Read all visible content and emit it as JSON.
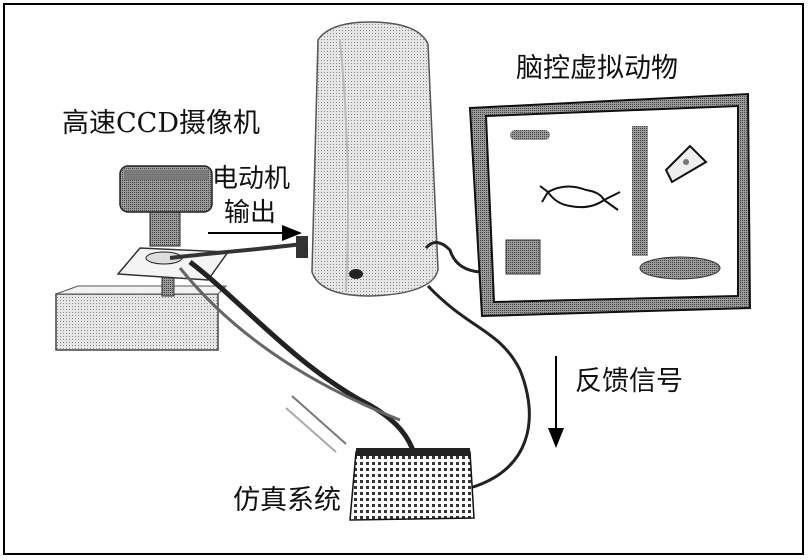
{
  "labels": {
    "high_speed_ccd_camera": "高速CCD摄像机",
    "motor_output_line1": "电动机",
    "motor_output_line2": "输出",
    "brain_controlled_virtual_animal": "脑控虚拟动物",
    "feedback_signal": "反馈信号",
    "simulation_system": "仿真系统"
  },
  "icons": [
    "camera-icon",
    "computer-tower-icon",
    "monitor-icon",
    "circuit-board-icon",
    "virtual-fish-icon",
    "cheese-icon"
  ]
}
